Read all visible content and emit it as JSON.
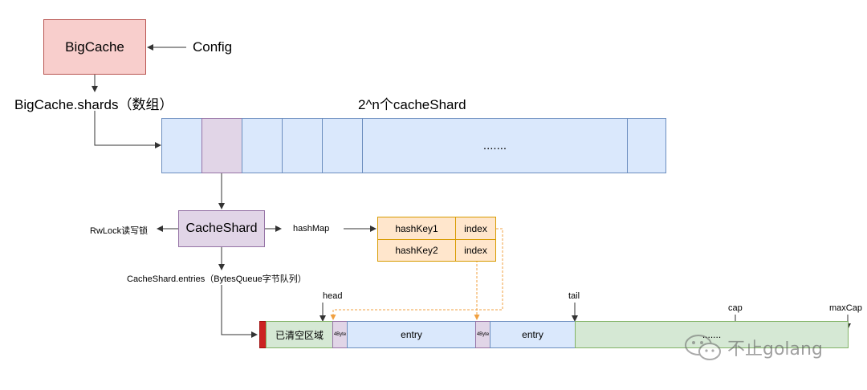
{
  "bigcache": {
    "label": "BigCache"
  },
  "config": {
    "label": "Config"
  },
  "shards_label": "BigCache.shards（数组）",
  "shards_count_label": "2^n个cacheShard",
  "shard_cells": [
    "",
    "",
    "",
    "",
    "",
    ".......",
    ""
  ],
  "cacheshard": {
    "label": "CacheShard"
  },
  "rwlock_label": "RwLock读写锁",
  "hashmap_label": "hashMap",
  "hashmap_rows": [
    {
      "key": "hashKey1",
      "value": "index"
    },
    {
      "key": "hashKey2",
      "value": "index"
    }
  ],
  "entries_label": "CacheShard.entries（BytesQueue字节队列）",
  "pointers": {
    "head": "head",
    "tail": "tail",
    "cap": "cap",
    "maxcap": "maxCap"
  },
  "queue": {
    "cleared": "已清空区域",
    "header1": "4Byte",
    "entry1": "entry",
    "header2": "4Byte",
    "entry2": "entry",
    "free": "......."
  },
  "watermark": {
    "text": "不止golang",
    "icon": "wechat-icon"
  },
  "colors": {
    "bigcache_fill": "#f8cecc",
    "shard_fill": "#dae8fc",
    "selected_fill": "#e1d5e7",
    "hashmap_fill": "#ffe6cc",
    "free_fill": "#d5e8d4",
    "cleared_marker": "#cc2222",
    "pointer_line": "#f0a040"
  }
}
